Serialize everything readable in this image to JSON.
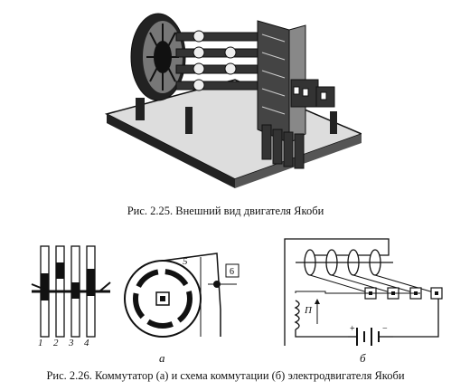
{
  "figure_225": {
    "caption": "Рис. 2.25. Внешний вид двигателя Якоби"
  },
  "figure_226": {
    "caption": "Рис. 2.26. Коммутатор (а) и схема коммутации (б) электродвигателя Якоби",
    "panel_a_label": "а",
    "panel_b_label": "б",
    "commutator_numbers": [
      "1",
      "2",
      "3",
      "4"
    ],
    "wheel_label_5": "5",
    "wheel_label_6": "6",
    "coil_label": "П"
  }
}
